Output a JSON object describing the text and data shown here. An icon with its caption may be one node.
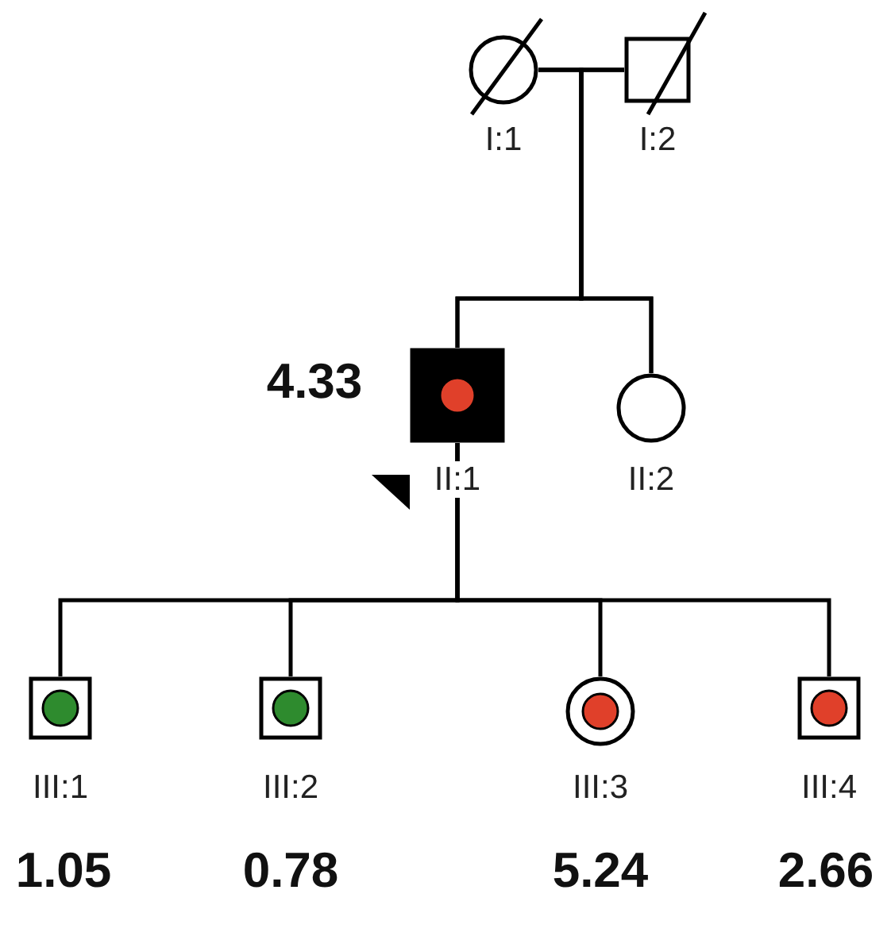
{
  "diagram": {
    "nodes": [
      {
        "text": [],
        "shape": "circle",
        "beside": [
          "I:1"
        ]
      },
      {
        "text": [],
        "shape": "box",
        "beside": [
          "I:2"
        ]
      },
      {
        "text": [],
        "shape": "box",
        "beside": [
          "4.33",
          "II:1"
        ]
      },
      {
        "text": [],
        "shape": "circle",
        "beside": [
          "II:2"
        ]
      },
      {
        "text": [],
        "shape": "box",
        "beside": [
          "III:1",
          "1.05"
        ]
      },
      {
        "text": [],
        "shape": "box",
        "beside": [
          "III:2",
          "0.78"
        ]
      },
      {
        "text": [],
        "shape": "circle",
        "beside": [
          "III:3",
          "5.24"
        ]
      },
      {
        "text": [],
        "shape": "box",
        "beside": [
          "III:4",
          "2.66"
        ]
      }
    ],
    "edges": [
      {
        "from": 0,
        "to": 1,
        "arrow": "none"
      },
      {
        "from": 0,
        "to": 2,
        "arrow": "none"
      },
      {
        "from": 1,
        "to": 2,
        "arrow": "none"
      },
      {
        "from": 0,
        "to": 3,
        "arrow": "none"
      },
      {
        "from": 1,
        "to": 3,
        "arrow": "none"
      },
      {
        "from": 2,
        "to": 4,
        "arrow": "none"
      },
      {
        "from": 2,
        "to": 5,
        "arrow": "none"
      },
      {
        "from": 2,
        "to": 6,
        "arrow": "none"
      },
      {
        "from": 2,
        "to": 7,
        "arrow": "none"
      }
    ]
  }
}
